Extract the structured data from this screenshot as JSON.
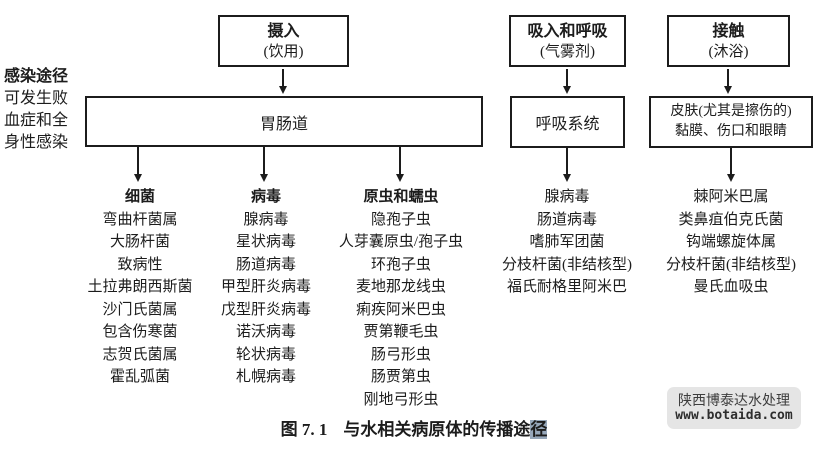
{
  "left_note": {
    "line1": "感染途径",
    "line2": "可发生败",
    "line3": "血症和全",
    "line4": "身性感染"
  },
  "top_boxes": {
    "ingestion": {
      "title": "摄入",
      "subtitle": "(饮用)"
    },
    "inhalation": {
      "title": "吸入和呼吸",
      "subtitle": "(气雾剂)"
    },
    "contact": {
      "title": "接触",
      "subtitle": "(沐浴)"
    }
  },
  "mid_boxes": {
    "gastrointestinal": "胃肠道",
    "respiratory": "呼吸系统",
    "skin_line1": "皮肤(尤其是擦伤的)",
    "skin_line2": "黏膜、伤口和眼睛"
  },
  "columns": {
    "bacteria": {
      "header": "细菌",
      "items": [
        "弯曲杆菌属",
        "大肠杆菌",
        "致病性",
        "土拉弗朗西斯菌",
        "沙门氏菌属",
        "包含伤寒菌",
        "志贺氏菌属",
        "霍乱弧菌"
      ]
    },
    "viruses": {
      "header": "病毒",
      "items": [
        "腺病毒",
        "星状病毒",
        "肠道病毒",
        "甲型肝炎病毒",
        "戊型肝炎病毒",
        "诺沃病毒",
        "轮状病毒",
        "札幌病毒"
      ]
    },
    "protozoa_helminths": {
      "header": "原虫和蠕虫",
      "items": [
        "隐孢子虫",
        "人芽囊原虫/孢子虫",
        "环孢子虫",
        "麦地那龙线虫",
        "痢疾阿米巴虫",
        "贾第鞭毛虫",
        "肠弓形虫",
        "肠贾第虫",
        "刚地弓形虫"
      ]
    },
    "respiratory_pathogens": {
      "items": [
        "腺病毒",
        "肠道病毒",
        "嗜肺军团菌",
        "分枝杆菌(非结核型)",
        "福氏耐格里阿米巴"
      ]
    },
    "skin_pathogens": {
      "items": [
        "棘阿米巴属",
        "类鼻疽伯克氏菌",
        "钩端螺旋体属",
        "分枝杆菌(非结核型)",
        "曼氏血吸虫"
      ]
    }
  },
  "caption": {
    "prefix": "图 7. 1",
    "main": "与水相关病原体的传播途",
    "highlighted": "径"
  },
  "watermark": {
    "line1": "陕西博泰达水处理",
    "line2": "www.botaida.com"
  },
  "colors": {
    "line": "#1c1c1c",
    "caption_highlight": "#96a7ba",
    "watermark_bg": "#e5e5e5"
  }
}
